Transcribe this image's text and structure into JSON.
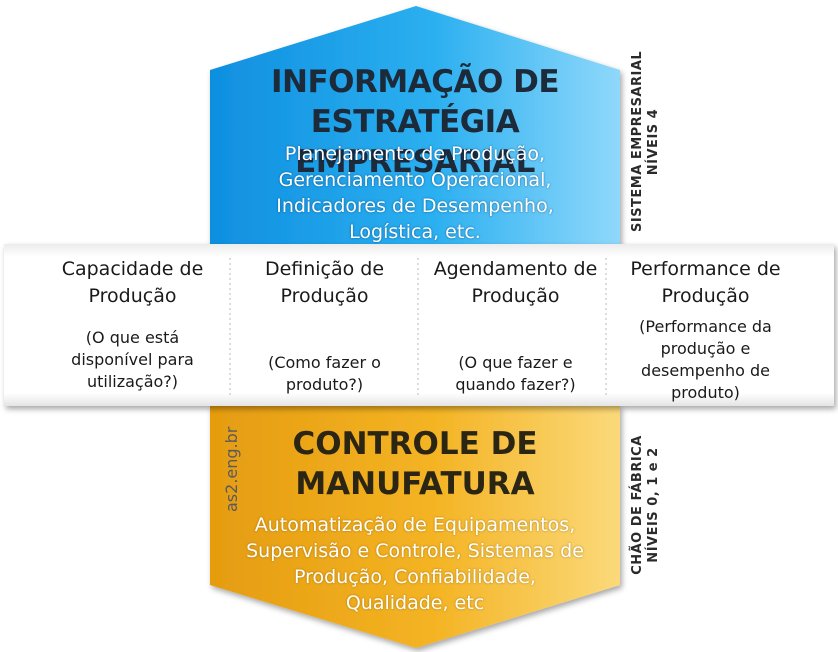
{
  "top_block": {
    "title_line1": "INFORMAÇÃO DE",
    "title_line2": "ESTRATÉGIA EMPRESARIAL",
    "desc_line1": "Planejamento de Produção,",
    "desc_line2": "Gerenciamento Operacional,",
    "desc_line3": "Indicadores de Desempenho,",
    "desc_line4": "Logística, etc.",
    "color": "#1ea7ec"
  },
  "bottom_block": {
    "title_line1": "CONTROLE DE",
    "title_line2": "MANUFATURA",
    "desc_line1": "Automatização de Equipamentos,",
    "desc_line2": "Supervisão e Controle, Sistemas de",
    "desc_line3": "Produção, Confiabilidade,",
    "desc_line4": "Qualidade, etc",
    "color": "#f2b21f"
  },
  "columns": [
    {
      "title_line1": "Capacidade de",
      "title_line2": "Produção",
      "desc_line1": "(O que está",
      "desc_line2": "disponível para",
      "desc_line3": "utilização?)",
      "desc_line4": ""
    },
    {
      "title_line1": "Definição de",
      "title_line2": "Produção",
      "desc_line1": "(Como fazer o",
      "desc_line2": "produto?)",
      "desc_line3": "",
      "desc_line4": ""
    },
    {
      "title_line1": "Agendamento de",
      "title_line2": "Produção",
      "desc_line1": "(O que fazer e",
      "desc_line2": "quando fazer?)",
      "desc_line3": "",
      "desc_line4": ""
    },
    {
      "title_line1": "Performance de",
      "title_line2": "Produção",
      "desc_line1": "(Performance da",
      "desc_line2": "produção e",
      "desc_line3": "desempenho de",
      "desc_line4": "produto)"
    }
  ],
  "side_labels": {
    "top_line1": "SISTEMA EMPRESARIAL",
    "top_line2": "NÍVEIS 4",
    "bottom_line1": "CHÃO DE FÁBRICA",
    "bottom_line2": "NÍVEIS 0, 1 e 2"
  },
  "watermark": "as2.eng.br"
}
